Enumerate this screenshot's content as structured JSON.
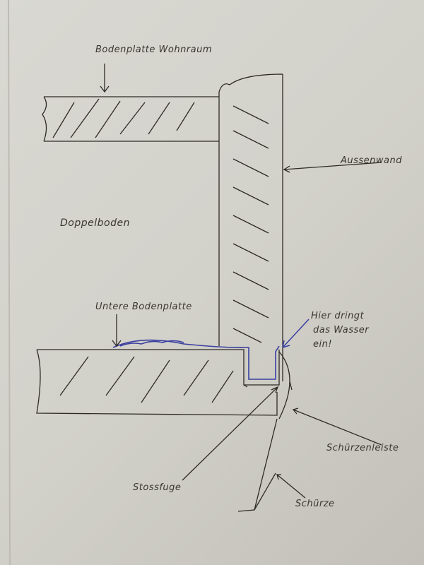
{
  "labels": {
    "floor_slab_living": "Bodenplatte Wohnraum",
    "outer_wall": "Aussenwand",
    "double_floor": "Doppelboden",
    "lower_floor_slab": "Untere Bodenplatte",
    "water_entry_1": "Hier dringt",
    "water_entry_2": "das Wasser",
    "water_entry_3": "ein!",
    "apron_strip": "Schürzenleiste",
    "butt_joint": "Stossfuge",
    "apron": "Schürze"
  },
  "colors": {
    "ink": "#2e2a26",
    "water": "#3a3fa0",
    "paper": "#d6d5ce"
  }
}
